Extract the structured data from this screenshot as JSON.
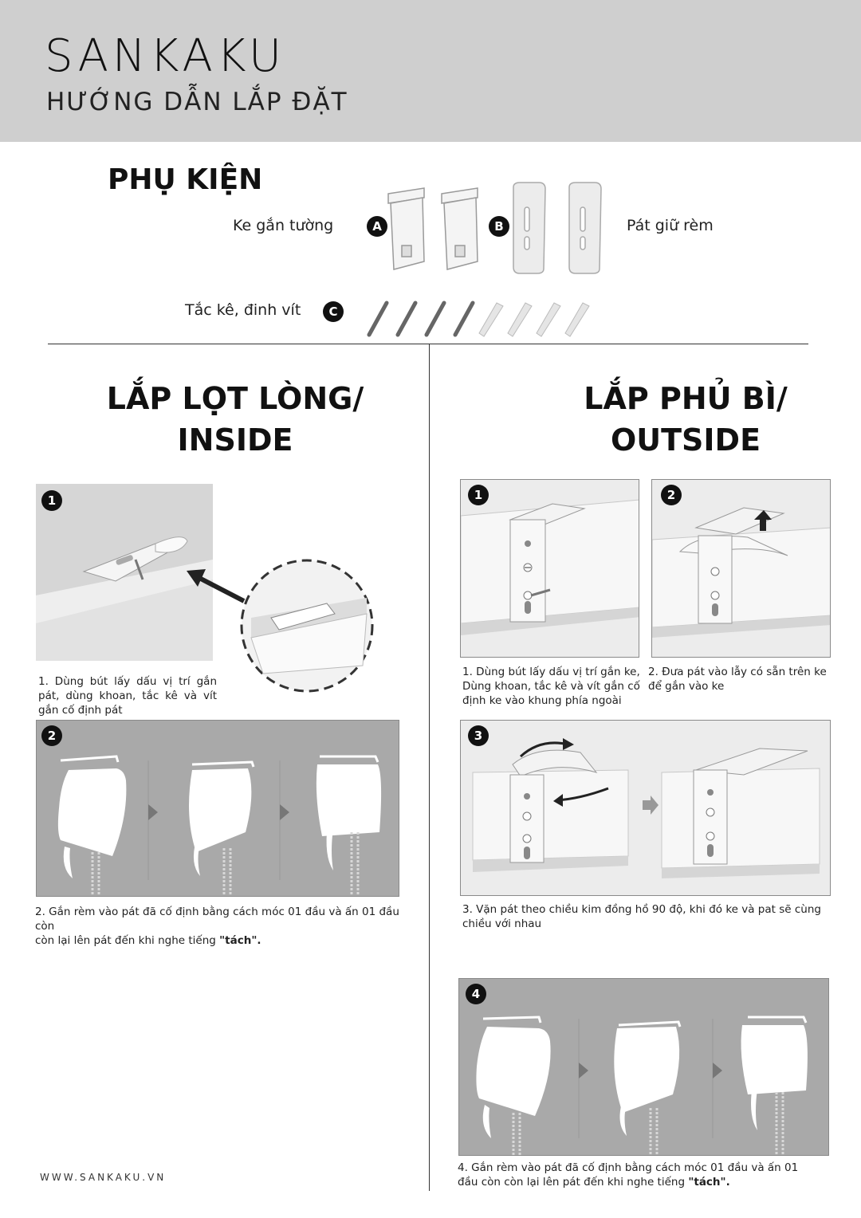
{
  "header": {
    "brand": "SANKAKU",
    "subtitle": "HƯỚNG DẪN LẮP ĐẶT"
  },
  "accessories": {
    "title": "PHỤ KIỆN",
    "wall_bracket_label": "Ke gắn tường",
    "wall_bracket_badge": "A",
    "holder_label": "Pát giữ rèm",
    "holder_badge": "B",
    "screws_label": "Tắc kê, đinh vít",
    "screws_badge": "C"
  },
  "inside": {
    "title_line1": "LẮP LỌT LÒNG/",
    "title_line2": "INSIDE",
    "step1_num": "1",
    "step1_caption": "1. Dùng bút lấy dấu vị trí gắn pát, dùng khoan, tắc kê và vít gắn cố định pát",
    "step2_num": "2",
    "step2_caption_a": "2. Gắn rèm vào pát đã cố định bằng cách móc 01 đầu và ấn 01 đầu còn",
    "step2_caption_b": "còn lại lên pát đến khi nghe tiếng ",
    "step2_caption_bold": "\"tách\"."
  },
  "outside": {
    "title_line1": "LẮP PHỦ BÌ/",
    "title_line2": "OUTSIDE",
    "step1_num": "1",
    "step1_caption": "1. Dùng bút lấy dấu vị trí gắn ke, Dùng khoan, tắc kê và vít gắn cố định ke vào khung phía ngoài",
    "step2_num": "2",
    "step2_caption": "2. Đưa pát vào lẫy có sẵn trên ke để gắn vào ke",
    "step3_num": "3",
    "step3_caption": "3. Vặn pát theo chiều kim đồng hồ 90 độ, khi đó ke và pat sẽ cùng chiều với nhau",
    "step4_num": "4",
    "step4_caption_a": "4. Gắn rèm vào pát đã cố định bằng cách móc 01 đầu và ấn 01 đầu còn còn lại lên pát đến khi nghe tiếng ",
    "step4_caption_bold": "\"tách\"."
  },
  "footer": {
    "website": "WWW.SANKAKU.VN"
  }
}
